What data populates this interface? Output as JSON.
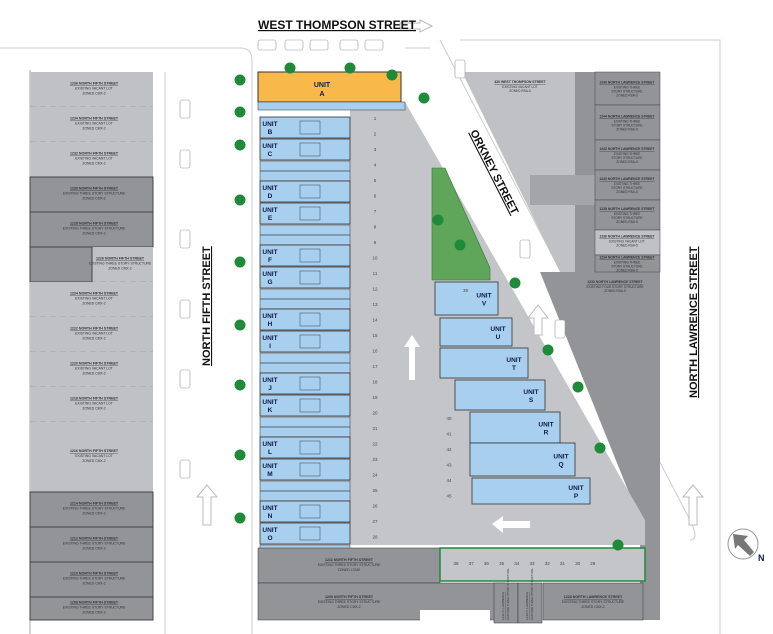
{
  "streets": {
    "west_thompson": "WEST THOMPSON STREET",
    "north_fifth": "NORTH FIFTH STREET",
    "orkney": "ORKNEY STREET",
    "north_lawrence": "NORTH LAWRENCE STREET"
  },
  "compass_label": "N",
  "unit_word": "UNIT",
  "unit_a": "A",
  "units_west": [
    "B",
    "C",
    "D",
    "E",
    "F",
    "G",
    "H",
    "I",
    "J",
    "K",
    "L",
    "M",
    "N",
    "O"
  ],
  "units_east": [
    "V",
    "U",
    "T",
    "S",
    "R",
    "Q",
    "P"
  ],
  "parking_west": [
    "1",
    "2",
    "3",
    "4",
    "5",
    "6",
    "7",
    "8",
    "9",
    "10",
    "11",
    "12",
    "13",
    "14",
    "15",
    "16",
    "17",
    "18",
    "19",
    "20",
    "21",
    "22",
    "23",
    "24",
    "25",
    "26",
    "27",
    "28"
  ],
  "parking_east": [
    "40",
    "41",
    "42",
    "43",
    "44",
    "45"
  ],
  "parking_south": [
    "38",
    "37",
    "36",
    "35",
    "34",
    "33",
    "32",
    "31",
    "30",
    "29"
  ],
  "parking_unit_v": "39",
  "left_lots": [
    {
      "address": "1236 NORTH FIFTH STREET",
      "l1": "EXISTING VACANT LOT",
      "l2": "ZONED CMX-2",
      "kind": "vacant"
    },
    {
      "address": "1234 NORTH FIFTH STREET",
      "l1": "EXISTING VACANT LOT",
      "l2": "ZONED CMX-2",
      "kind": "vacant"
    },
    {
      "address": "1232 NORTH FIFTH STREET",
      "l1": "EXISTING VACANT LOT",
      "l2": "ZONED CMX-2",
      "kind": "vacant"
    },
    {
      "address": "1230 NORTH FIFTH STREET",
      "l1": "EXISTING THREE STORY STRUCTURE",
      "l2": "ZONED CMX-2",
      "kind": "structure"
    },
    {
      "address": "1228 NORTH FIFTH STREET",
      "l1": "EXISTING THREE STORY STRUCTURE",
      "l2": "ZONED CMX-2",
      "kind": "structure"
    },
    {
      "address": "1226 NORTH FIFTH STREET",
      "l1": "EXISTING THREE STORY STRUCTURE",
      "l2": "ZONED CMX-2",
      "kind": "mixed"
    },
    {
      "address": "1224 NORTH FIFTH STREET",
      "l1": "EXISTING VACANT LOT",
      "l2": "ZONED CMX-2",
      "kind": "vacant"
    },
    {
      "address": "1222 NORTH FIFTH STREET",
      "l1": "EXISTING VACANT LOT",
      "l2": "ZONED CMX-2",
      "kind": "vacant"
    },
    {
      "address": "1220 NORTH FIFTH STREET",
      "l1": "EXISTING VACANT LOT",
      "l2": "ZONED CMX-2",
      "kind": "vacant"
    },
    {
      "address": "1218 NORTH FIFTH STREET",
      "l1": "EXISTING VACANT LOT",
      "l2": "ZONED CMX-2",
      "kind": "vacant"
    },
    {
      "address": "1216 NORTH FIFTH STREET",
      "l1": "EXISTING VACANT LOT",
      "l2": "ZONED CMX-2",
      "kind": "vacant"
    },
    {
      "address": "1214 NORTH FIFTH STREET",
      "l1": "EXISTING THREE STORY STRUCTURE",
      "l2": "ZONED CMX-2",
      "kind": "structure"
    },
    {
      "address": "1212 NORTH FIFTH STREET",
      "l1": "EXISTING THREE STORY STRUCTURE",
      "l2": "ZONED CMX-2",
      "kind": "structure"
    },
    {
      "address": "1210 NORTH FIFTH STREET",
      "l1": "EXISTING THREE STORY STRUCTURE",
      "l2": "ZONED CMX-2",
      "kind": "structure"
    },
    {
      "address": "1208 NORTH FIFTH STREET",
      "l1": "EXISTING THREE STORY STRUCTURE",
      "l2": "ZONED CMX-2",
      "kind": "structure"
    }
  ],
  "right_lots": [
    {
      "address": "1246 NORTH LAWRENCE STREET",
      "l1": "EXISTING THREE",
      "l2": "STORY STRUCTURE",
      "l3": "ZONED RSA-5"
    },
    {
      "address": "1244 NORTH LAWRENCE STREET",
      "l1": "EXISTING THREE",
      "l2": "STORY STRUCTURE",
      "l3": "ZONED RSA-5"
    },
    {
      "address": "1242 NORTH LAWRENCE STREET",
      "l1": "EXISTING THREE",
      "l2": "STORY STRUCTURE",
      "l3": "ZONED RSA-5"
    },
    {
      "address": "1240 NORTH LAWRENCE STREET",
      "l1": "EXISTING THREE",
      "l2": "STORY STRUCTURE",
      "l3": "ZONED RSA-5"
    },
    {
      "address": "1238 NORTH LAWRENCE STREET",
      "l1": "EXISTING THREE",
      "l2": "STORY STRUCTURE",
      "l3": "ZONED RSA-5"
    },
    {
      "address": "1236 NORTH LAWRENCE STREET",
      "l1": "EXISTING VACANT LOT",
      "l2": "ZONED RSA-5",
      "l3": ""
    },
    {
      "address": "1234 NORTH LAWRENCE STREET",
      "l1": "EXISTING THREE",
      "l2": "STORY STRUCTURE",
      "l3": "ZONED RSA-5"
    }
  ],
  "corner_lot": {
    "address": "420 WEST THOMPSON STREET",
    "l1": "EXISTING VACANT LOT",
    "l2": "ZONED RSA-5"
  },
  "lawrence_lot": {
    "address": "1232 NORTH LAWRENCE STREET",
    "l1": "EXISTING FOUR STORY STRUCTURE",
    "l2": "ZONED RSA-5"
  },
  "bottom_lots": [
    {
      "address": "1211 NORTH FIFTH STREET",
      "l1": "EXISTING THREE STORY STRUCTURE",
      "l2": "ZONED I-CMX"
    },
    {
      "address": "1209 NORTH FIFTH STREET",
      "l1": "EXISTING THREE STORY STRUCTURE",
      "l2": "ZONED CMX-2"
    },
    {
      "address": "1228 NORTH LAWRENCE STREET",
      "l1": "EXISTING THREE STORY STRUCTURE",
      "l2": "ZONED CMX-2"
    }
  ],
  "narrow_lots": [
    {
      "address": "1232 N. LAWRENCE",
      "l1": "EXISTING THREE STORY STRUCTURE",
      "l2": "ZONED CMX-2"
    },
    {
      "address": "1230 N. LAWRENCE",
      "l1": "EXISTING THREE STORY STRUCTURE",
      "l2": "ZONED CMX-2"
    }
  ],
  "colors": {
    "unit_a": "#f9b94a",
    "unit": "#a9cfee",
    "paving": "#c4c5c9",
    "vacant": "#c0c1c5",
    "structure": "#939497",
    "green": "#5fa65a",
    "tree": "#1e8a3a"
  }
}
